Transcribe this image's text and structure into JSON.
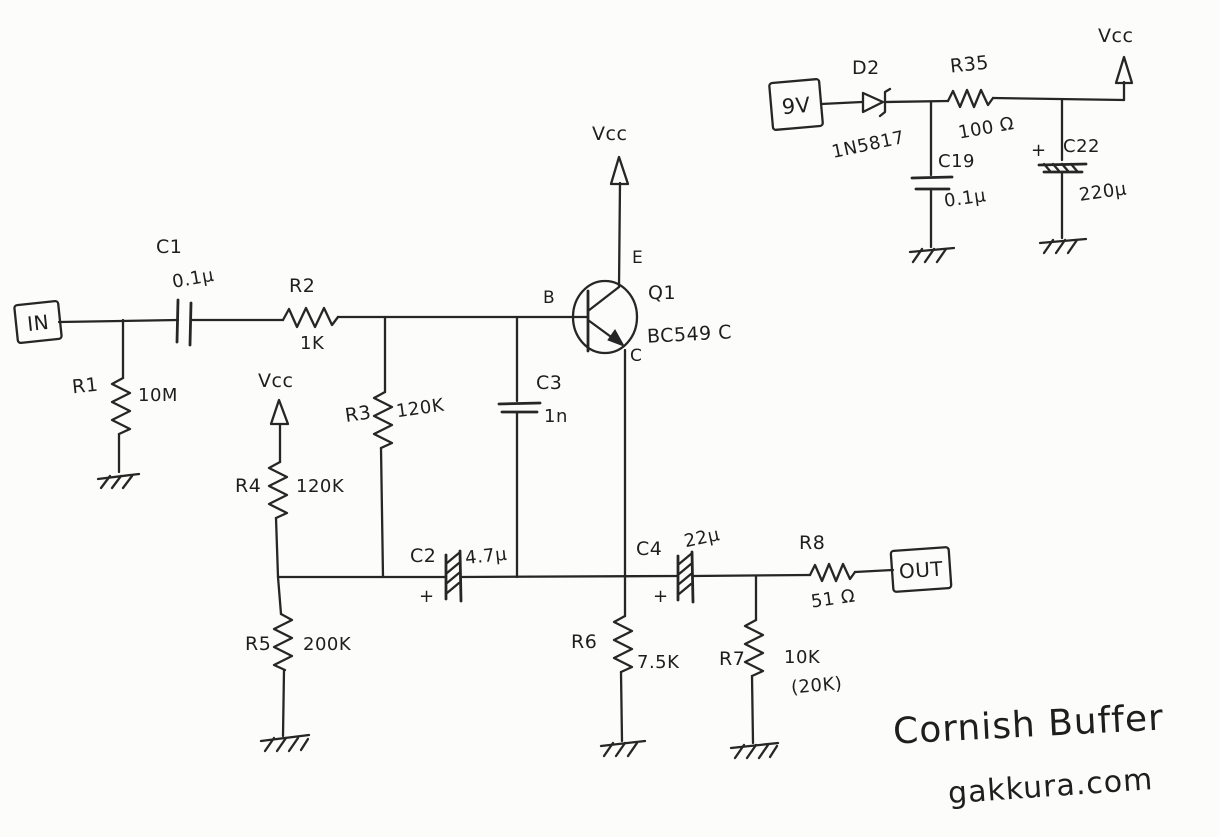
{
  "title": "Cornish Buffer",
  "credit": "gakkura.com",
  "ports": {
    "input": "IN",
    "output": "OUT",
    "battery": "9V"
  },
  "power_labels": {
    "vcc_bias": "Vcc",
    "vcc_transistor": "Vcc",
    "vcc_supply": "Vcc"
  },
  "transistor": {
    "ref": "Q1",
    "part": "BC549 C",
    "pin_b": "B",
    "pin_e": "E",
    "pin_c": "C"
  },
  "resistors": {
    "r1": {
      "ref": "R1",
      "value": "10M"
    },
    "r2": {
      "ref": "R2",
      "value": "1K"
    },
    "r3": {
      "ref": "R3",
      "value": "120K"
    },
    "r4": {
      "ref": "R4",
      "value": "120K"
    },
    "r5": {
      "ref": "R5",
      "value": "200K"
    },
    "r6": {
      "ref": "R6",
      "value": "7.5K"
    },
    "r7": {
      "ref": "R7",
      "value": "10K",
      "note": "(20K)"
    },
    "r8": {
      "ref": "R8",
      "value": "51 Ω"
    },
    "r35": {
      "ref": "R35",
      "value": "100 Ω"
    }
  },
  "capacitors": {
    "c1": {
      "ref": "C1",
      "value": "0.1µ"
    },
    "c2": {
      "ref": "C2",
      "value": "4.7µ",
      "polarity": "+"
    },
    "c3": {
      "ref": "C3",
      "value": "1n"
    },
    "c4": {
      "ref": "C4",
      "value": "22µ",
      "polarity": "+"
    },
    "c19": {
      "ref": "C19",
      "value": "0.1µ"
    },
    "c22": {
      "ref": "C22",
      "value": "220µ",
      "polarity": "+"
    }
  },
  "diode": {
    "ref": "D2",
    "value": "1N5817"
  }
}
